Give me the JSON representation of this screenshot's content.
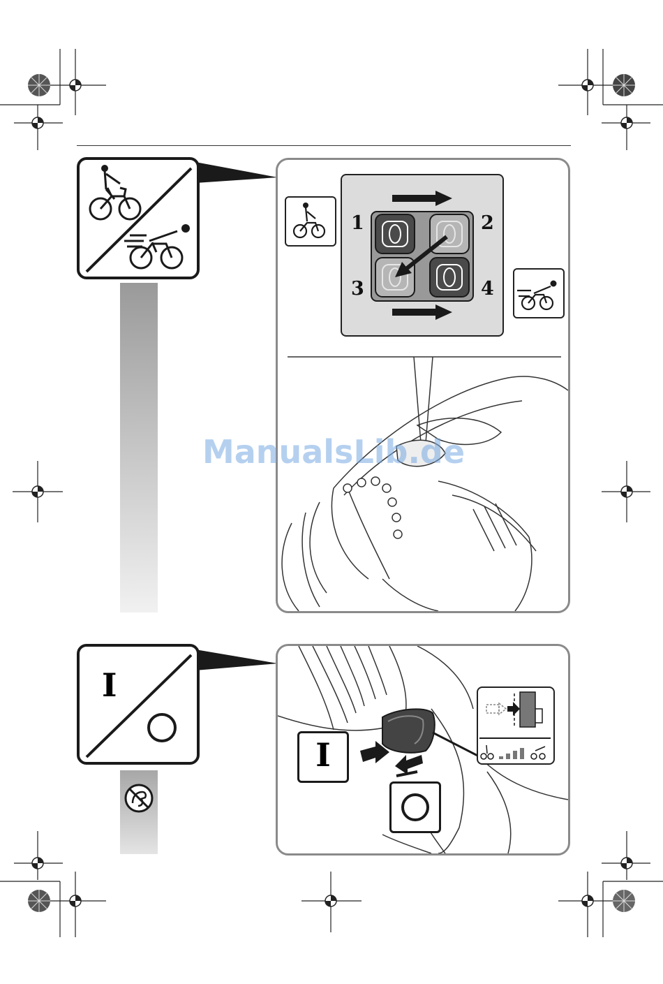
{
  "watermark": "ManualsLib.de",
  "top_section": {
    "steps": [
      {
        "label": "1"
      },
      {
        "label": "2"
      },
      {
        "label": "3"
      },
      {
        "label": "4"
      }
    ],
    "icons": {
      "mode_tile": "slow-fast-cyclist-icon",
      "slow": "slow-cyclist-icon",
      "fast": "fast-cyclist-icon",
      "arrow": "right-arrow-icon"
    }
  },
  "bottom_section": {
    "on_symbol": "I",
    "off_symbol": "O",
    "icons": {
      "no_touch": "no-touch-hand-icon",
      "battery": "battery-level-icon"
    }
  },
  "colors": {
    "frame": "#1a1a1a",
    "panel_border": "#8a8a8a",
    "selector_bg": "#dcdcdc",
    "watermark": "#78aae1"
  }
}
